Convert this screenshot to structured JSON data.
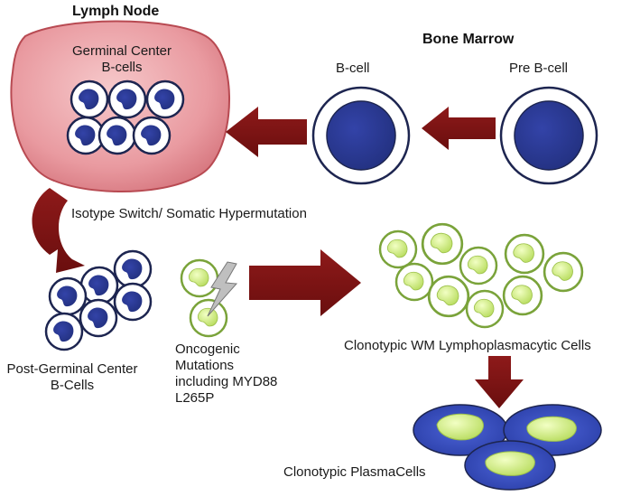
{
  "labels": {
    "lymph_node": "Lymph Node",
    "bone_marrow": "Bone Marrow",
    "germinal_center_line1": "Germinal Center",
    "germinal_center_line2": "B-cells",
    "b_cell": "B-cell",
    "pre_b_cell": "Pre B-cell",
    "isotype_switch": "Isotype Switch/ Somatic Hypermutation",
    "post_gc_line1": "Post-Germinal Center",
    "post_gc_line2": "B-Cells",
    "oncogenic_line1": "Oncogenic",
    "oncogenic_line2": "Mutations",
    "oncogenic_line3": "including MYD88",
    "oncogenic_line4": "L265P",
    "clonotypic_wm": "Clonotypic WM Lymphoplasmacytic Cells",
    "clonotypic_plasma": "Clonotypic PlasmaCells"
  },
  "colors": {
    "arrow": "#7a1212",
    "lymph_node_fill": "#e89a9e",
    "lymph_node_edge": "#b84a52",
    "nucleus_blue": "#2b3a8f",
    "cell_outline": "#1d2550",
    "green_outline": "#7aa33a",
    "green_nucleus": "#d6f08a",
    "plasma_blue": "#3a4fc0"
  }
}
